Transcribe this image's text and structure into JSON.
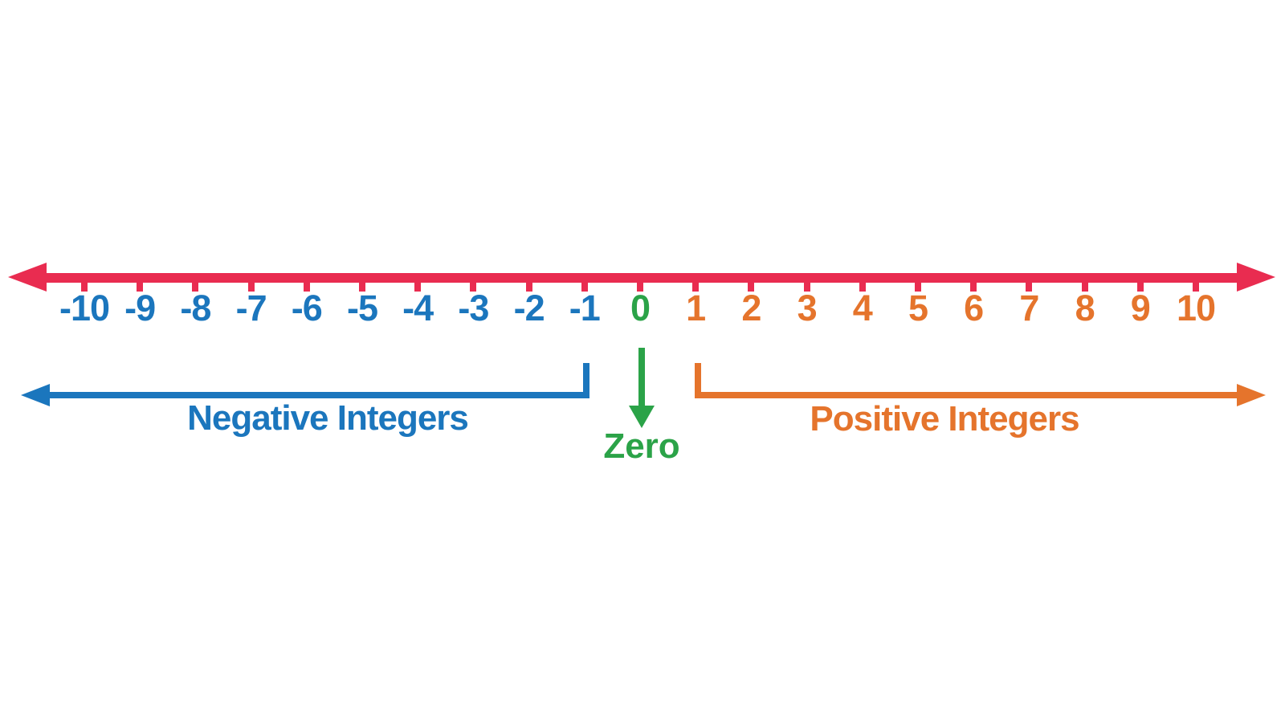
{
  "colors": {
    "background": "#FFFFFF",
    "axis": "#E92C50",
    "negative": "#1B76BD",
    "positive": "#E5742C",
    "zero": "#2BA348"
  },
  "number_line": {
    "min": -10,
    "max": 10,
    "ticks": [
      {
        "label": "-10",
        "type": "negative"
      },
      {
        "label": "-9",
        "type": "negative"
      },
      {
        "label": "-8",
        "type": "negative"
      },
      {
        "label": "-7",
        "type": "negative"
      },
      {
        "label": "-6",
        "type": "negative"
      },
      {
        "label": "-5",
        "type": "negative"
      },
      {
        "label": "-4",
        "type": "negative"
      },
      {
        "label": "-3",
        "type": "negative"
      },
      {
        "label": "-2",
        "type": "negative"
      },
      {
        "label": "-1",
        "type": "negative"
      },
      {
        "label": "0",
        "type": "zero"
      },
      {
        "label": "1",
        "type": "positive"
      },
      {
        "label": "2",
        "type": "positive"
      },
      {
        "label": "3",
        "type": "positive"
      },
      {
        "label": "4",
        "type": "positive"
      },
      {
        "label": "5",
        "type": "positive"
      },
      {
        "label": "6",
        "type": "positive"
      },
      {
        "label": "7",
        "type": "positive"
      },
      {
        "label": "8",
        "type": "positive"
      },
      {
        "label": "9",
        "type": "positive"
      },
      {
        "label": "10",
        "type": "positive"
      }
    ]
  },
  "annotations": {
    "negative_label": "Negative Integers",
    "positive_label": "Positive Integers",
    "zero_label": "Zero"
  }
}
